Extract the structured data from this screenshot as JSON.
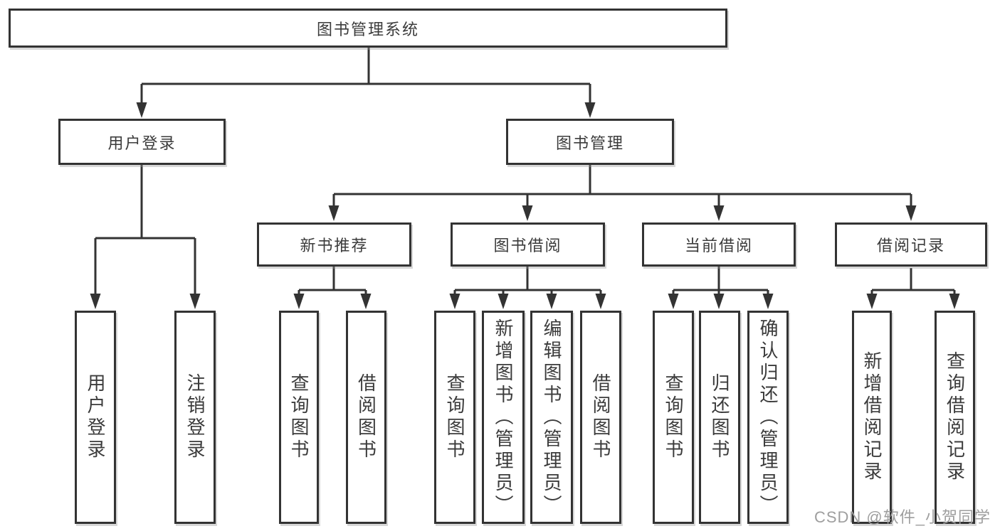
{
  "colors": {
    "line": "#333333",
    "box_border": "#333333",
    "box_background": "#ffffff",
    "text": "#3b3b3b",
    "watermark": "#9e9e9e"
  },
  "tree": {
    "root": "图书管理系统",
    "children": [
      {
        "label": "用户登录",
        "children": [
          "用户登录",
          "注销登录"
        ]
      },
      {
        "label": "图书管理",
        "children": [
          {
            "label": "新书推荐",
            "children": [
              "查询图书",
              "借阅图书"
            ]
          },
          {
            "label": "图书借阅",
            "children": [
              "查询图书",
              "新增图书（管理员）",
              "编辑图书（管理员）",
              "借阅图书"
            ]
          },
          {
            "label": "当前借阅",
            "children": [
              "查询图书",
              "归还图书",
              "确认归还（管理员）"
            ]
          },
          {
            "label": "借阅记录",
            "children": [
              "新增借阅记录",
              "查询借阅记录"
            ]
          }
        ]
      }
    ]
  },
  "watermark": "CSDN @软件_小贺同学"
}
